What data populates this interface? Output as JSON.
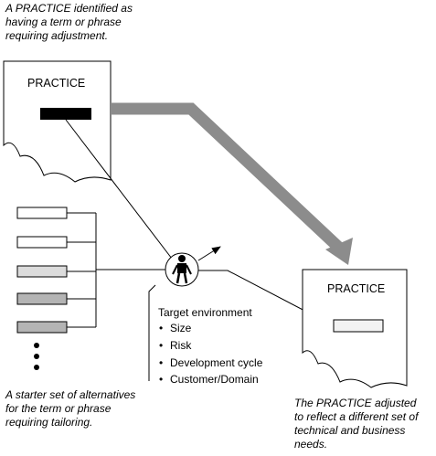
{
  "captions": {
    "top": [
      "A PRACTICE  identified as",
      "having a term or phrase",
      "requiring adjustment."
    ],
    "alternatives": [
      "A starter set of alternatives",
      "for the term or phrase",
      "requiring tailoring."
    ],
    "adjusted": [
      "The  PRACTICE adjusted",
      "to reflect a different set of",
      "technical and business",
      "needs."
    ]
  },
  "practice_left": {
    "title": "PRACTICE"
  },
  "practice_right": {
    "title": "PRACTICE"
  },
  "target": {
    "title": "Target environment",
    "bullets": [
      "Size",
      "Risk",
      "Development cycle",
      "Customer/Domain"
    ]
  },
  "colors": {
    "thick_arrow": "#8c8c8c",
    "alt_light": "#ffffff",
    "alt_mid": "#dcdcdc",
    "alt_dark": "#b4b4b4"
  },
  "icons": {
    "person": "person-icon"
  }
}
